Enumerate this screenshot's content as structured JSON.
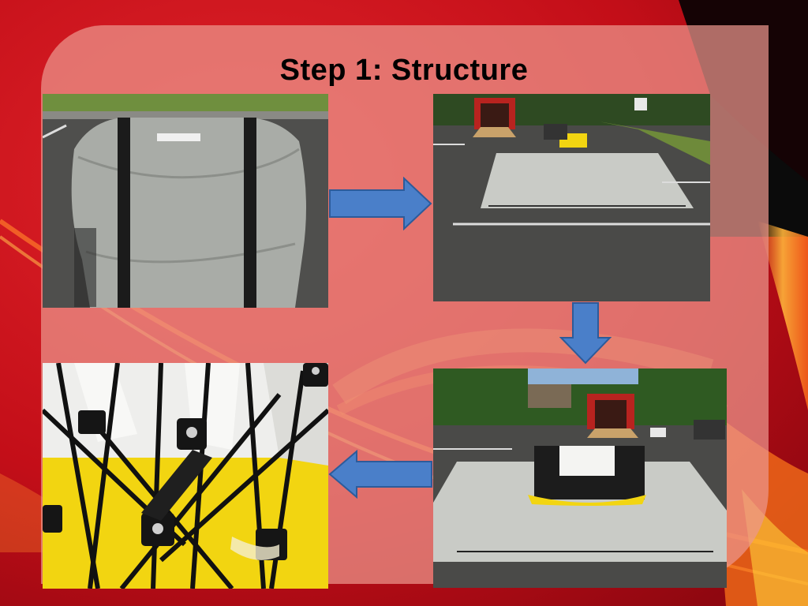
{
  "slide": {
    "title": "Step 1: Structure"
  },
  "colors": {
    "background_red": "#c8101a",
    "panel_pink": "#ec968c",
    "arrow_blue": "#4a7fc9",
    "arrow_outline": "#2d5b9a",
    "tarp_grey": "#c9cbc6",
    "bladder_yellow": "#f2d511"
  },
  "photos": [
    {
      "id": "photo-1",
      "icon": "packed-shelter-bag-photo"
    },
    {
      "id": "photo-2",
      "icon": "ground-tarp-layout-photo"
    },
    {
      "id": "photo-3",
      "icon": "frame-on-tarp-photo"
    },
    {
      "id": "photo-4",
      "icon": "frame-closeup-photo"
    }
  ],
  "arrows": [
    {
      "id": "arrow-right",
      "icon": "arrow-right-icon"
    },
    {
      "id": "arrow-down",
      "icon": "arrow-down-icon"
    },
    {
      "id": "arrow-left",
      "icon": "arrow-left-icon"
    }
  ]
}
